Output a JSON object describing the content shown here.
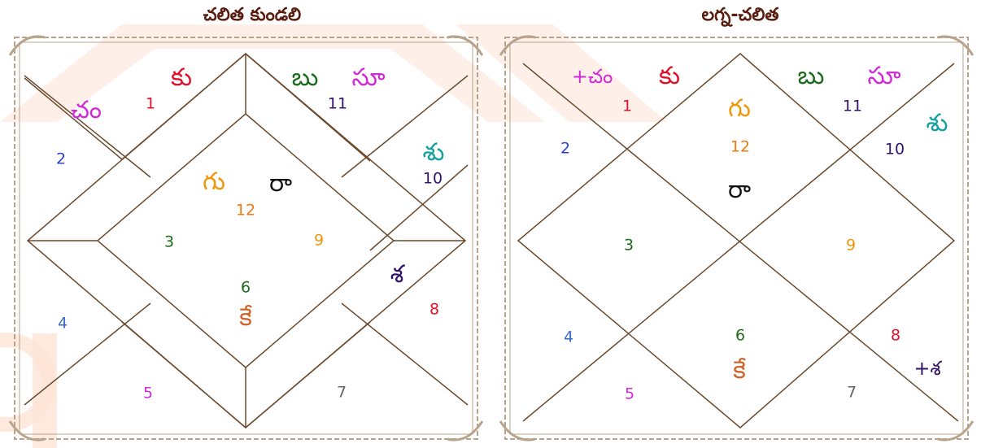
{
  "colors": {
    "line": "#6b4a2e",
    "border": "#b8a48c",
    "title": "#5a1e10",
    "watermark": "#fde3d6"
  },
  "left_chart": {
    "title": "చలిత కుండలి",
    "houses": [
      {
        "n": "1",
        "color": "#e0102a"
      },
      {
        "n": "2",
        "color": "#2c3fd6"
      },
      {
        "n": "3",
        "color": "#1a6b1a"
      },
      {
        "n": "4",
        "color": "#3a6bc8"
      },
      {
        "n": "5",
        "color": "#d22ad8"
      },
      {
        "n": "6",
        "color": "#1a6b1a"
      },
      {
        "n": "7",
        "color": "#666666"
      },
      {
        "n": "8",
        "color": "#e0102a"
      },
      {
        "n": "9",
        "color": "#f0960a"
      },
      {
        "n": "10",
        "color": "#33146b"
      },
      {
        "n": "11",
        "color": "#33146b"
      },
      {
        "n": "12",
        "color": "#f07a10"
      }
    ],
    "planets": [
      {
        "t": "కు",
        "color": "#e0102a"
      },
      {
        "t": "బు",
        "color": "#1a6b1a"
      },
      {
        "t": "సూ",
        "color": "#d22ad8"
      },
      {
        "t": "చం",
        "color": "#d22ad8"
      },
      {
        "t": "శు",
        "color": "#12a0a0"
      },
      {
        "t": "గు",
        "color": "#f0960a"
      },
      {
        "t": "రా",
        "color": "#111111"
      },
      {
        "t": "శ",
        "color": "#33146b"
      },
      {
        "t": "కే",
        "color": "#d06428"
      }
    ]
  },
  "right_chart": {
    "title": "లగ్న-చలిత",
    "houses": [
      {
        "n": "1",
        "color": "#e0102a"
      },
      {
        "n": "2",
        "color": "#2c3fd6"
      },
      {
        "n": "3",
        "color": "#1a6b1a"
      },
      {
        "n": "4",
        "color": "#3a6bc8"
      },
      {
        "n": "5",
        "color": "#d22ad8"
      },
      {
        "n": "6",
        "color": "#1a6b1a"
      },
      {
        "n": "7",
        "color": "#666666"
      },
      {
        "n": "8",
        "color": "#e0102a"
      },
      {
        "n": "9",
        "color": "#f0960a"
      },
      {
        "n": "10",
        "color": "#33146b"
      },
      {
        "n": "11",
        "color": "#33146b"
      },
      {
        "n": "12",
        "color": "#f07a10"
      }
    ],
    "planets": [
      {
        "t": "+చం",
        "color": "#d22ad8"
      },
      {
        "t": "కు",
        "color": "#e0102a"
      },
      {
        "t": "గు",
        "color": "#f0960a"
      },
      {
        "t": "బు",
        "color": "#1a6b1a"
      },
      {
        "t": "సూ",
        "color": "#d22ad8"
      },
      {
        "t": "శు",
        "color": "#12a0a0"
      },
      {
        "t": "రా",
        "color": "#111111"
      },
      {
        "t": "కే",
        "color": "#d06428"
      },
      {
        "t": "+శ",
        "color": "#33146b"
      }
    ]
  }
}
